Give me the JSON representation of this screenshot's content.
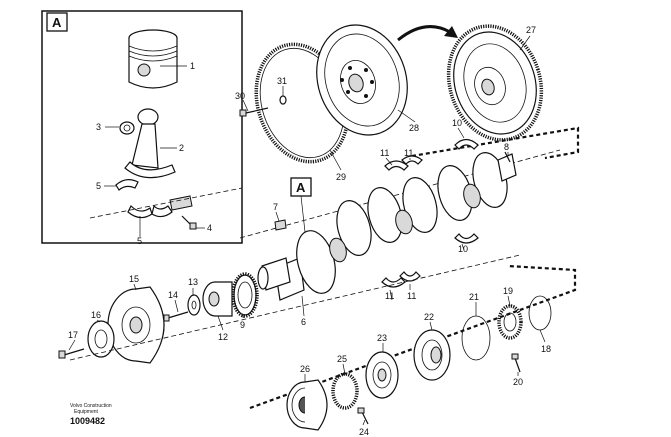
{
  "inset": {
    "letter": "A"
  },
  "callout": {
    "letter": "A"
  },
  "caption": {
    "brand_line1": "Volvo Construction",
    "brand_line2": "Equipment",
    "number": "1009482"
  },
  "labels": {
    "p1": "1",
    "p2": "2",
    "p3": "3",
    "p4": "4",
    "p5a": "5",
    "p5b": "5",
    "p6": "6",
    "p7": "7",
    "p8": "8",
    "p9": "9",
    "p10a": "10",
    "p10b": "10",
    "p11a": "11",
    "p11b": "11",
    "p11c": "11",
    "p11d": "11",
    "p12": "12",
    "p13": "13",
    "p14": "14",
    "p15": "15",
    "p16": "16",
    "p17": "17",
    "p18": "18",
    "p19": "19",
    "p20": "20",
    "p21": "21",
    "p22": "22",
    "p23": "23",
    "p24": "24",
    "p25": "25",
    "p26": "26",
    "p27": "27",
    "p28": "28",
    "p29": "29",
    "p30": "30",
    "p31": "31"
  }
}
